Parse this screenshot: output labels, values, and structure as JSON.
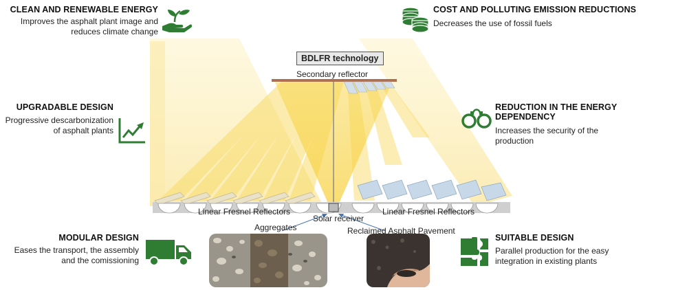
{
  "features": {
    "clean": {
      "title": "CLEAN AND RENEWABLE ENERGY",
      "line1": "Improves the asphalt plant image and",
      "line2": "reduces climate change"
    },
    "cost": {
      "title": "COST AND POLLUTING EMISSION REDUCTIONS",
      "line1": "Decreases the use of fossil fuels"
    },
    "upgradable": {
      "title": "UPGRADABLE DESIGN",
      "line1": "Progressive descarbonization",
      "line2": "of asphalt plants"
    },
    "energy": {
      "title1": "REDUCTION IN THE ENERGY",
      "title2": "DEPENDENCY",
      "line1": "Increases the security of the",
      "line2": "production"
    },
    "modular": {
      "title": "MODULAR DESIGN",
      "line1": "Eases the transport, the assembly",
      "line2": "and the comissioning"
    },
    "suitable": {
      "title": "SUITABLE DESIGN",
      "line1": "Parallel production for the easy",
      "line2": "integration in existing plants"
    }
  },
  "diagram": {
    "technology_box": "BDLFR technology",
    "secondary_reflector": "Secondary reflector",
    "left_reflectors": "Linear Fresnel Reflectors",
    "right_reflectors": "Linear Fresnel Reflectors",
    "solar_receiver": "Solar receiver",
    "aggregates": "Aggregates",
    "rap": "Reclaimed Asphalt Pavement"
  },
  "colors": {
    "icon_green": "#2e7d32",
    "light_beam": "#fbe9a6",
    "concentrated_beam": "#f7d04a",
    "mirror_blue": "#c7d8e8"
  },
  "icons": {
    "clean": "plant-in-hand-icon",
    "cost": "coins-icon",
    "upgradable": "growth-chart-icon",
    "energy": "handcuffs-icon",
    "modular": "truck-icon",
    "suitable": "puzzle-icon"
  }
}
